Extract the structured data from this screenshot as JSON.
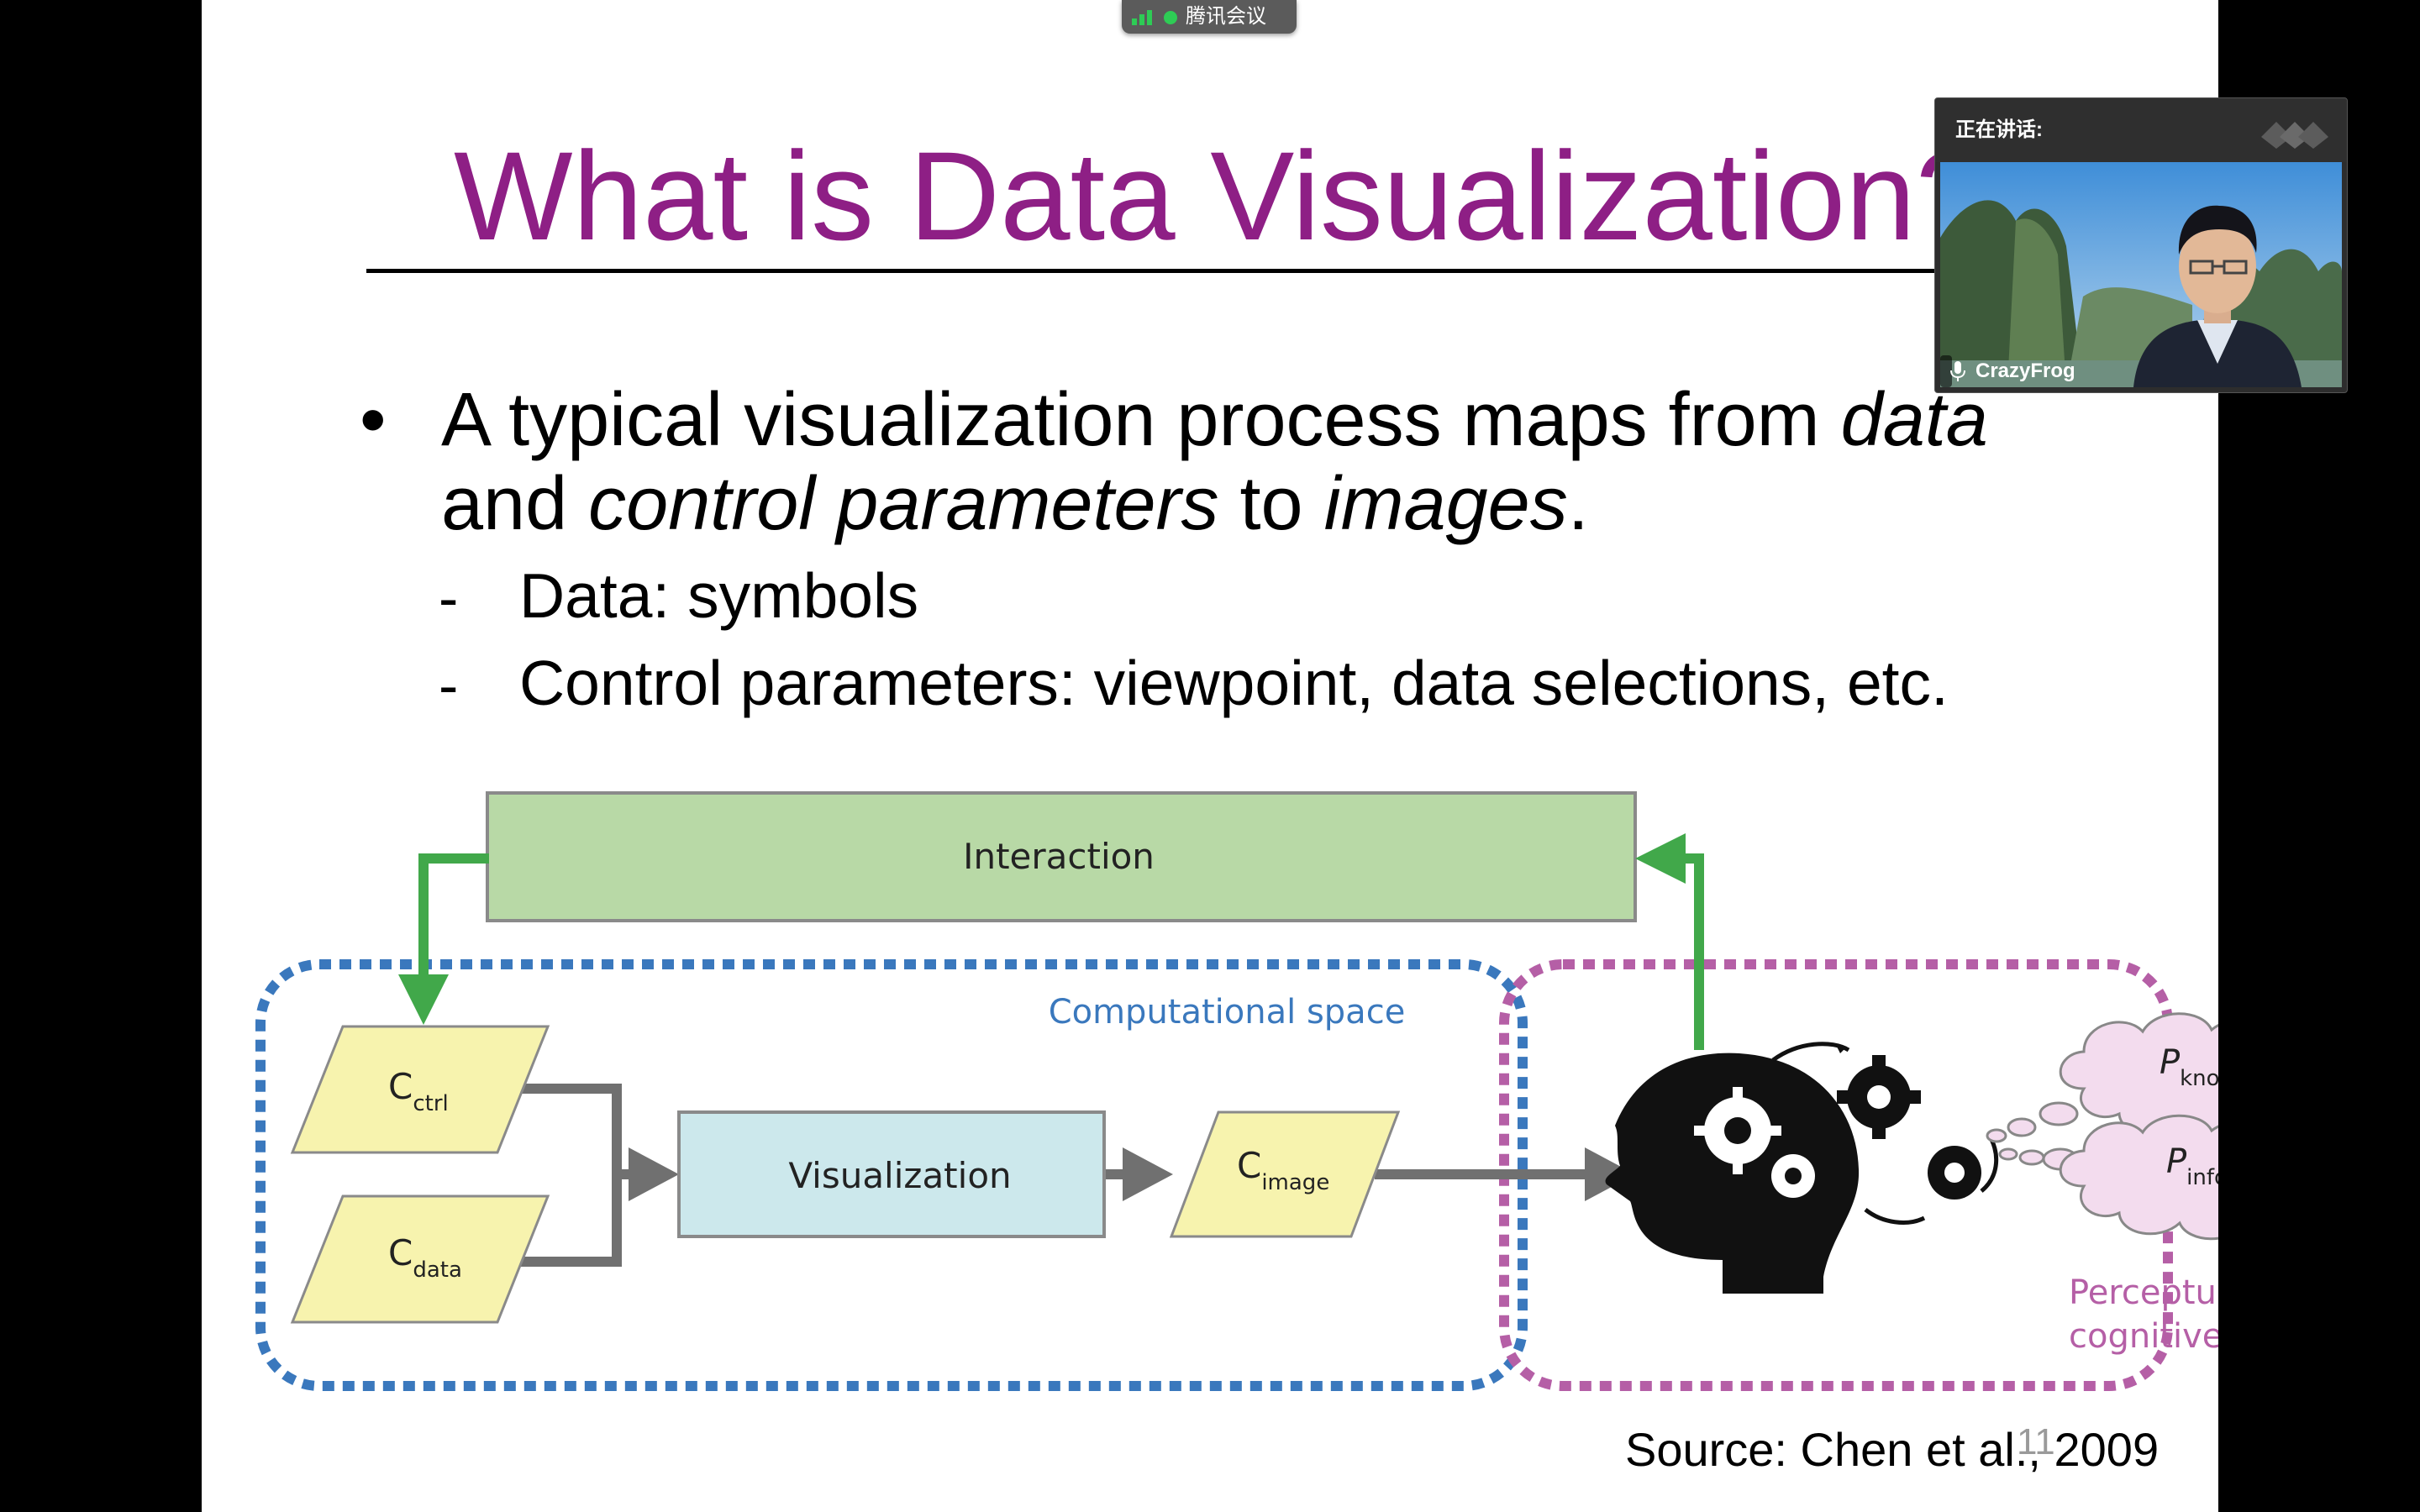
{
  "meeting": {
    "app_name": "腾讯会议",
    "speaking_label": "正在讲话:",
    "speaker_name": "CrazyFrog"
  },
  "slide": {
    "title": "What is Data Visualization?",
    "bullet": {
      "part1": "A typical visualization process maps from ",
      "em1": "data",
      "part2": "and ",
      "em2": "control parameters",
      "part3": " to ",
      "em3": "images",
      "part4": "."
    },
    "sub_bullets": [
      {
        "dash": "-",
        "text": "Data: symbols"
      },
      {
        "dash": "-",
        "text": "Control parameters: viewpoint, data selections, etc."
      }
    ],
    "source": "Source: Chen et al., 2009",
    "page_number": "11"
  },
  "diagram": {
    "interaction": "Interaction",
    "computational_space": "Computational space",
    "visualization": "Visualization",
    "c_ctrl": {
      "base": "C",
      "sub": "ctrl"
    },
    "c_data": {
      "base": "C",
      "sub": "data"
    },
    "c_image": {
      "base": "C",
      "sub": "image"
    },
    "p_know": {
      "base": "P",
      "sub": "know"
    },
    "p_info": {
      "base": "P",
      "sub": "info"
    },
    "perceptual_line1": "Perceptual and",
    "perceptual_line2": "cognitive space"
  },
  "colors": {
    "title": "#8e1f85",
    "interaction_fill": "#b8d9a6",
    "visualization_fill": "#cce8ec",
    "param_fill": "#f7f3ae",
    "computational_border": "#3a78bd",
    "perceptual_border": "#b55fa6",
    "feedback_arrow": "#41a84a",
    "flow_arrow": "#707070",
    "cloud_fill": "#f3dcee"
  },
  "icons": {
    "head": "head-with-gears-icon",
    "signal": "signal-bars-icon",
    "mic": "microphone-icon",
    "logo": "tencent-meeting-logo-icon"
  }
}
